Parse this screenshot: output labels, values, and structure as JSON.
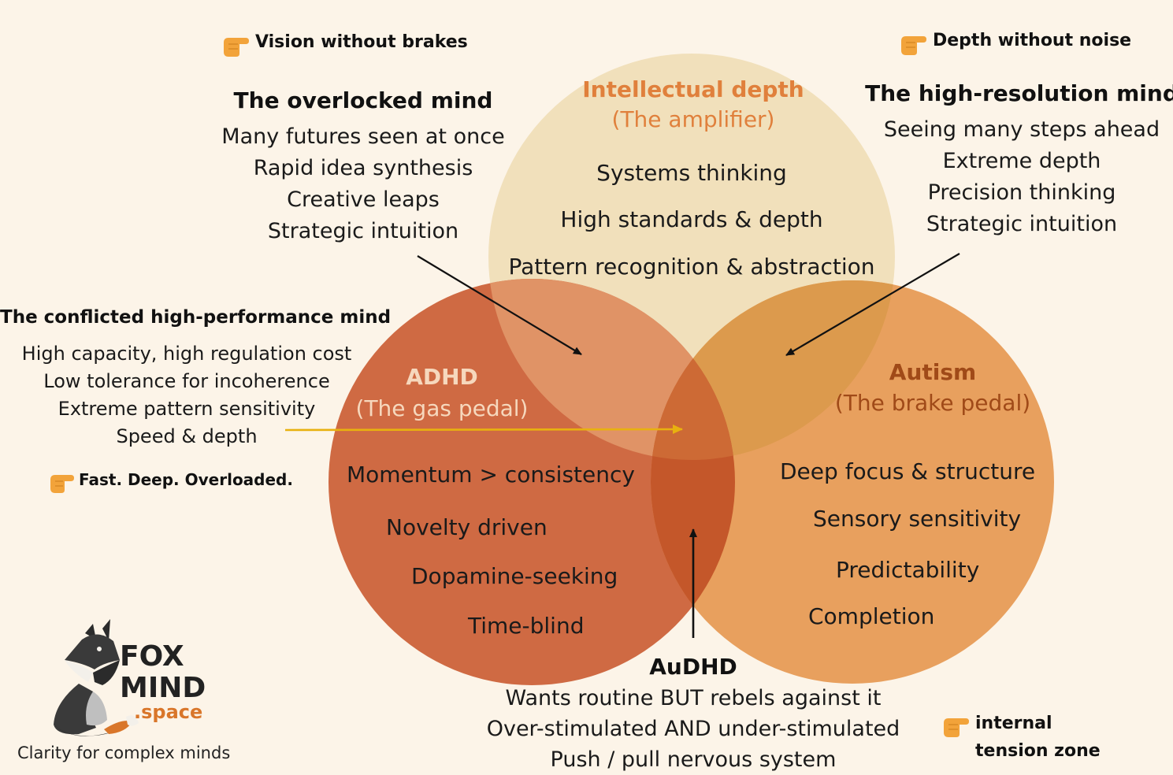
{
  "circles": {
    "intellectual": {
      "title": "Intellectual depth",
      "subtitle": "(The amplifier)",
      "items": [
        "Systems thinking",
        "High standards & depth",
        "Pattern recognition & abstraction"
      ],
      "color": "#f1e0bb",
      "title_color": "#e0803c"
    },
    "adhd": {
      "title": "ADHD",
      "subtitle": "(The gas pedal)",
      "items": [
        "Momentum > consistency",
        "Novelty driven",
        "Dopamine-seeking",
        "Time-blind"
      ],
      "color": "#cf6a43",
      "title_color": "#f6d8bd"
    },
    "autism": {
      "title": "Autism",
      "subtitle": "(The brake pedal)",
      "items": [
        "Deep focus & structure",
        "Sensory sensitivity",
        "Predictability",
        "Completion"
      ],
      "color": "#e8a05e",
      "title_color": "#a04a18"
    }
  },
  "callouts": {
    "vision_tag": "Vision without brakes",
    "depth_tag": "Depth without noise",
    "overlocked": {
      "heading": "The overlocked mind",
      "lines": [
        "Many futures seen at once",
        "Rapid idea synthesis",
        "Creative leaps",
        "Strategic intuition"
      ]
    },
    "high_resolution": {
      "heading": "The high-resolution mind",
      "lines": [
        "Seeing many steps ahead",
        "Extreme depth",
        "Precision thinking",
        "Strategic intuition"
      ]
    },
    "conflicted": {
      "heading": "The conflicted high-performance mind",
      "lines": [
        "High capacity, high regulation cost",
        "Low tolerance for incoherence",
        "Extreme pattern sensitivity",
        "Speed & depth"
      ],
      "tag": "Fast. Deep. Overloaded."
    },
    "audhd": {
      "heading": "AuDHD",
      "lines": [
        "Wants routine BUT rebels against it",
        "Over-stimulated AND under-stimulated",
        "Push / pull nervous system"
      ]
    },
    "tension_tag": [
      "internal",
      "tension zone"
    ]
  },
  "brand": {
    "name_line1": "FOX",
    "name_line2": "MIND",
    "suffix": ".space",
    "tagline": "Clarity for complex minds"
  },
  "colors": {
    "background": "#fcf4e8",
    "center": "#c4572a",
    "arrow_yellow": "#e8b10f",
    "arrow_black": "#111111",
    "hand": "#f2a33a"
  },
  "icons": {
    "pointing": "pointing-hand-icon",
    "fox": "fox-logo-icon"
  }
}
